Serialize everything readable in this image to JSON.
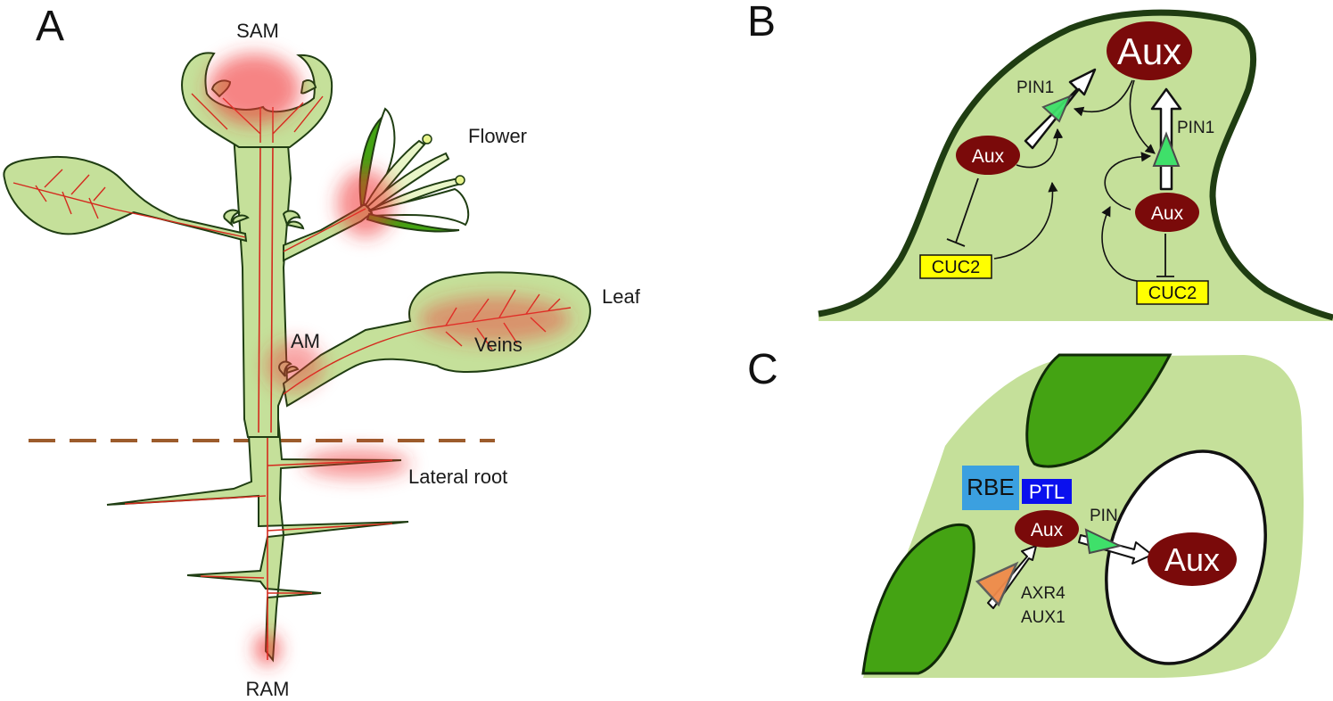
{
  "panels": {
    "a": {
      "letter": "A",
      "labels": {
        "sam": "SAM",
        "flower": "Flower",
        "leaf": "Leaf",
        "am": "AM",
        "veins": "Veins",
        "lateral_root": "Lateral root",
        "ram": "RAM"
      }
    },
    "b": {
      "letter": "B",
      "aux_large": "Aux",
      "aux_left": "Aux",
      "aux_right": "Aux",
      "pin1_left": "PIN1",
      "pin1_right": "PIN1",
      "cuc2_left": "CUC2",
      "cuc2_right": "CUC2"
    },
    "c": {
      "letter": "C",
      "rbe": "RBE",
      "ptl": "PTL",
      "aux_small": "Aux",
      "aux_large": "Aux",
      "pin": "PIN",
      "axr4": "AXR4",
      "aux1": "AUX1"
    }
  },
  "colors": {
    "tissue_light": "#c5e09a",
    "tissue_outline": "#1f3d12",
    "leaf_dark": "#44a313",
    "vein_red": "#d42a1e",
    "auxin_maroon": "#7a0a0a",
    "cuc2_yellow": "#ffff00",
    "rbe_blue": "#3ba0e0",
    "ptl_blue": "#0a10ee",
    "pin_green": "#3fe06a",
    "axr4_orange": "#f08a4a",
    "soil_line": "#9c5c2c"
  }
}
